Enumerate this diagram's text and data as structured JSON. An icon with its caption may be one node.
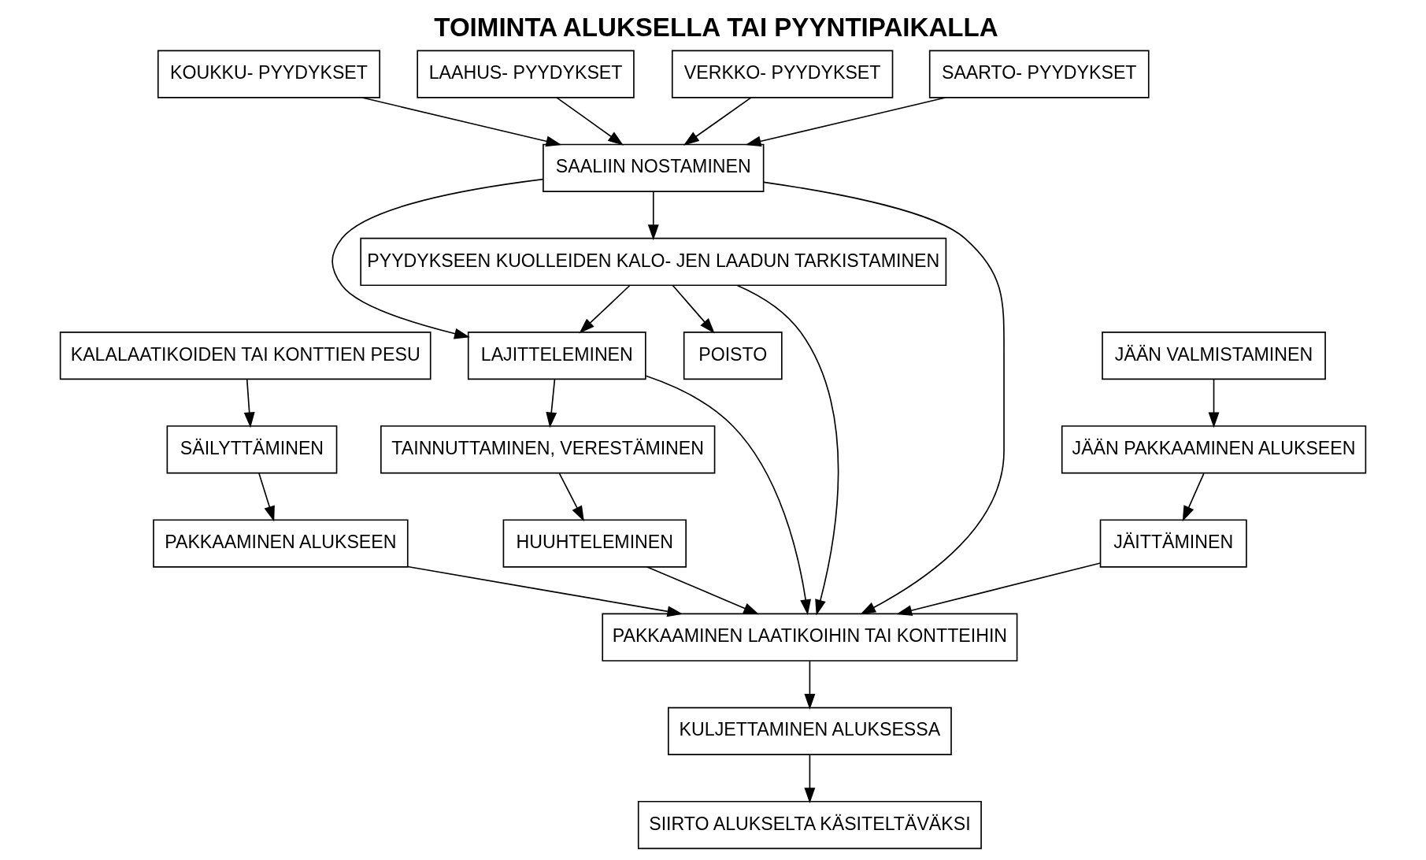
{
  "diagram": {
    "title": "TOIMINTA ALUKSELLA TAI PYYNTIPAIKALLA",
    "nodes": [
      {
        "text": [
          "KALALAATIKOIDEN TAI KONTTIEN PESU"
        ]
      },
      {
        "text": [
          "SÄILYTTÄMINEN"
        ]
      },
      {
        "text": [
          "PAKKAAMINEN ALUKSEEN"
        ]
      },
      {
        "text": [
          "KOUKKU- PYYDYKSET"
        ]
      },
      {
        "text": [
          "LAAHUS- PYYDYKSET"
        ]
      },
      {
        "text": [
          "VERKKO- PYYDYKSET"
        ]
      },
      {
        "text": [
          "SAARTO- PYYDYKSET"
        ]
      },
      {
        "text": [
          "JÄÄN VALMISTAMINEN"
        ]
      },
      {
        "text": [
          "JÄÄN PAKKAAMINEN ALUKSEEN"
        ]
      },
      {
        "text": [
          "SAALIIN NOSTAMINEN"
        ]
      },
      {
        "text": [
          "PYYDYKSEEN KUOLLEIDEN KALO- JEN LAADUN TARKISTAMINEN"
        ]
      },
      {
        "text": [
          "LAJITTELEMINEN"
        ]
      },
      {
        "text": [
          "TAINNUTTAMINEN, VERESTÄMINEN"
        ]
      },
      {
        "text": [
          "POISTO"
        ]
      },
      {
        "text": [
          "PAKKAAMINEN LAATIKOIHIN TAI KONTTEIHIN"
        ]
      },
      {
        "text": [
          "HUUHTELEMINEN"
        ]
      },
      {
        "text": [
          "JÄITTÄMINEN"
        ]
      },
      {
        "text": [
          "KULJETTAMINEN ALUKSESSA"
        ]
      },
      {
        "text": [
          "SIIRTO ALUKSELTA KÄSITELTÄVÄKSI"
        ]
      }
    ],
    "edges": [
      {
        "from": 0,
        "to": 1,
        "arrow": "to"
      },
      {
        "from": 1,
        "to": 2,
        "arrow": "to"
      },
      {
        "from": 3,
        "to": 9,
        "arrow": "to"
      },
      {
        "from": 4,
        "to": 9,
        "arrow": "to"
      },
      {
        "from": 5,
        "to": 9,
        "arrow": "to"
      },
      {
        "from": 6,
        "to": 9,
        "arrow": "to"
      },
      {
        "from": 7,
        "to": 8,
        "arrow": "to"
      },
      {
        "from": 2,
        "to": 14,
        "arrow": "to"
      },
      {
        "from": 9,
        "to": 10,
        "arrow": "to"
      },
      {
        "from": 9,
        "to": 14,
        "arrow": "to"
      },
      {
        "from": 9,
        "to": 11,
        "arrow": "to"
      },
      {
        "from": 10,
        "to": 11,
        "arrow": "to"
      },
      {
        "from": 10,
        "to": 13,
        "arrow": "to"
      },
      {
        "from": 10,
        "to": 14,
        "arrow": "to"
      },
      {
        "from": 11,
        "to": 12,
        "arrow": "to"
      },
      {
        "from": 11,
        "to": 14,
        "arrow": "to"
      },
      {
        "from": 12,
        "to": 15,
        "arrow": "to"
      },
      {
        "from": 15,
        "to": 14,
        "arrow": "to"
      },
      {
        "from": 8,
        "to": 16,
        "arrow": "to"
      },
      {
        "from": 16,
        "to": 14,
        "arrow": "to"
      },
      {
        "from": 14,
        "to": 17,
        "arrow": "to"
      },
      {
        "from": 17,
        "to": 18,
        "arrow": "to"
      }
    ]
  }
}
